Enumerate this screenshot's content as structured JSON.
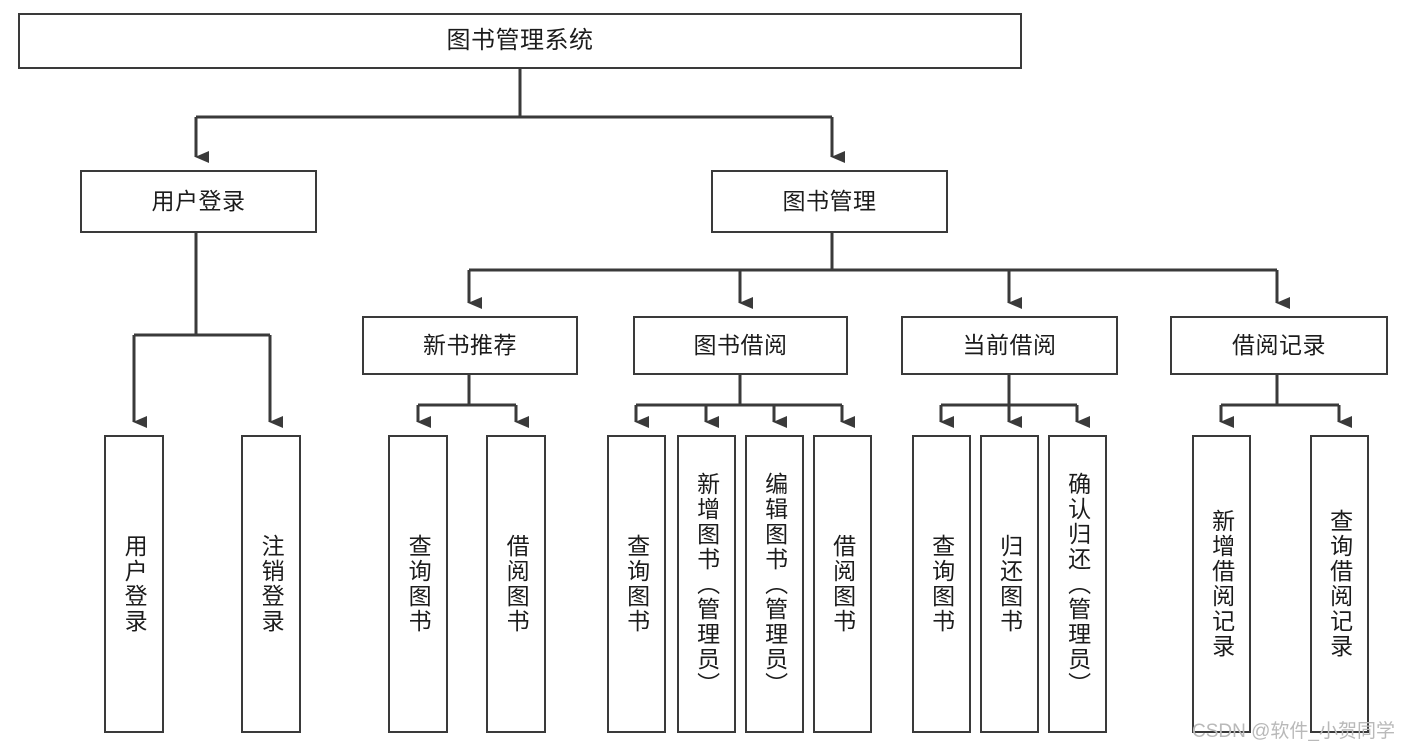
{
  "diagram": {
    "type": "tree",
    "title": "图书管理系统",
    "orientation": "top-down",
    "line_color": "#3a3a3a",
    "box_fill": "#ffffff",
    "text_color": "#1c1c1c",
    "levels": 4,
    "nodes": {
      "root": {
        "label": "图书管理系统"
      },
      "l2": [
        {
          "label": "用户登录"
        },
        {
          "label": "图书管理"
        }
      ],
      "l3": [
        {
          "label": "新书推荐"
        },
        {
          "label": "图书借阅"
        },
        {
          "label": "当前借阅"
        },
        {
          "label": "借阅记录"
        }
      ],
      "leaves_user_login": [
        {
          "label": "用户登录"
        },
        {
          "label": "注销登录"
        }
      ],
      "leaves_new_book": [
        {
          "label": "查询图书"
        },
        {
          "label": "借阅图书"
        }
      ],
      "leaves_borrow": [
        {
          "label": "查询图书"
        },
        {
          "label": "新增图书（管理员）"
        },
        {
          "label": "编辑图书（管理员）"
        },
        {
          "label": "借阅图书"
        }
      ],
      "leaves_current": [
        {
          "label": "查询图书"
        },
        {
          "label": "归还图书"
        },
        {
          "label": "确认归还（管理员）"
        }
      ],
      "leaves_records": [
        {
          "label": "新增借阅记录"
        },
        {
          "label": "查询借阅记录"
        }
      ]
    }
  },
  "watermark": {
    "text": "CSDN @软件_小贺同学",
    "color": "#b9b9b9"
  }
}
